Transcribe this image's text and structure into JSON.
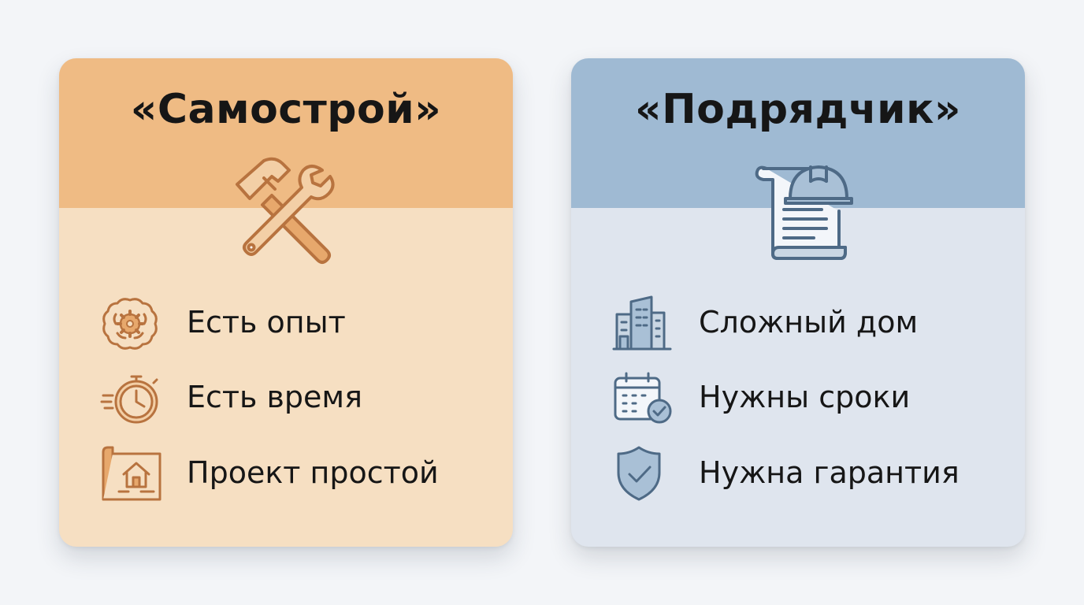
{
  "left_card": {
    "title": "«Самострой»",
    "items": [
      {
        "label": "Есть опыт",
        "icon": "brain-gear-icon"
      },
      {
        "label": "Есть время",
        "icon": "stopwatch-icon"
      },
      {
        "label": "Проект простой",
        "icon": "house-blueprint-icon"
      }
    ],
    "main_icon": "hammer-wrench-icon",
    "colors": {
      "header": "#efbb84",
      "body": "#f6dfc2",
      "icon_stroke": "#b8733f",
      "icon_fill": "#e7a86c"
    }
  },
  "right_card": {
    "title": "«Подрядчик»",
    "items": [
      {
        "label": "Сложный дом",
        "icon": "buildings-icon"
      },
      {
        "label": "Нужны сроки",
        "icon": "calendar-check-icon"
      },
      {
        "label": "Нужна гарантия",
        "icon": "shield-check-icon"
      }
    ],
    "main_icon": "contract-hardhat-icon",
    "colors": {
      "header": "#9fbad3",
      "body": "#dfe5ee",
      "icon_stroke": "#4e6a86",
      "icon_fill": "#a9c0d6"
    }
  }
}
